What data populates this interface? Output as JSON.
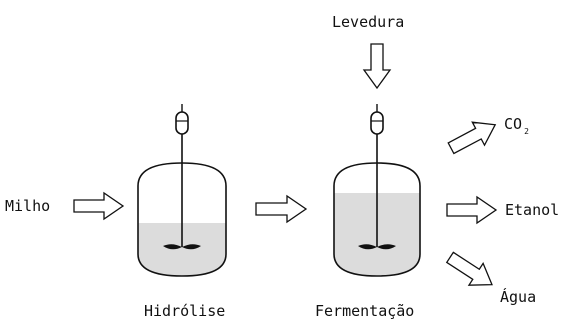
{
  "inputs": {
    "feedstock": "Milho",
    "yeast": "Levedura"
  },
  "stages": [
    {
      "label": "Hidrólise"
    },
    {
      "label": "Fermentação"
    }
  ],
  "outputs": {
    "co2_main": "CO",
    "co2_sub": "2",
    "ethanol": "Etanol",
    "water": "Água"
  },
  "colors": {
    "liquid": "#dcdcdc",
    "stroke": "#111111"
  }
}
